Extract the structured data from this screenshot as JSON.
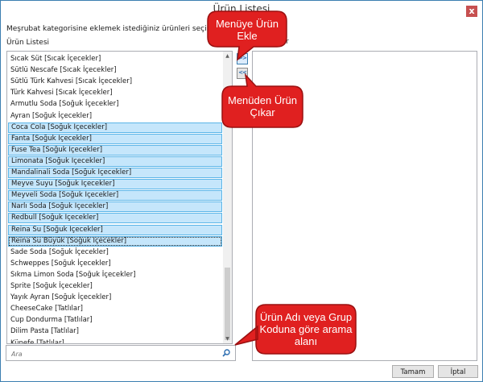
{
  "window": {
    "title": "Ürün Listesi",
    "close_glyph": "x"
  },
  "instruction": "Meşrubat kategorisine eklemek istediğiniz ürünleri seçiniz",
  "list_label": "Ürün Listesi",
  "right_label": "r",
  "product_list": [
    {
      "text": "Sıcak Süt [Sıcak İçecekler]",
      "selected": false
    },
    {
      "text": "Sütlü Nescafe [Sıcak İçecekler]",
      "selected": false
    },
    {
      "text": "Sütlü Türk Kahvesi [Sıcak İçecekler]",
      "selected": false
    },
    {
      "text": "Türk Kahvesi [Sıcak İçecekler]",
      "selected": false
    },
    {
      "text": "Armutlu Soda [Soğuk İçecekler]",
      "selected": false
    },
    {
      "text": "Ayran [Soğuk İçecekler]",
      "selected": false
    },
    {
      "text": "Coca Cola [Soğuk İçecekler]",
      "selected": true
    },
    {
      "text": "Fanta [Soğuk İçecekler]",
      "selected": true
    },
    {
      "text": "Fuse Tea [Soğuk İçecekler]",
      "selected": true
    },
    {
      "text": "Limonata [Soğuk İçecekler]",
      "selected": true
    },
    {
      "text": "Mandalinali Soda [Soğuk İçecekler]",
      "selected": true
    },
    {
      "text": "Meyve Suyu [Soğuk İçecekler]",
      "selected": true
    },
    {
      "text": "Meyveli Soda [Soğuk İçecekler]",
      "selected": true
    },
    {
      "text": "Narlı Soda [Soğuk İçecekler]",
      "selected": true
    },
    {
      "text": "Redbull [Soğuk İçecekler]",
      "selected": true
    },
    {
      "text": "Reina Su [Soğuk İçecekler]",
      "selected": true
    },
    {
      "text": "Reina Su Büyük [Soğuk İçecekler]",
      "selected": true,
      "focused": true
    },
    {
      "text": "Sade Soda [Soğuk İçecekler]",
      "selected": false
    },
    {
      "text": "Schweppes [Soğuk İçecekler]",
      "selected": false
    },
    {
      "text": "Sıkma Limon Soda [Soğuk İçecekler]",
      "selected": false
    },
    {
      "text": "Sprite [Soğuk İçecekler]",
      "selected": false
    },
    {
      "text": "Yayık Ayran [Soğuk İçecekler]",
      "selected": false
    },
    {
      "text": "CheeseCake [Tatlılar]",
      "selected": false
    },
    {
      "text": "Cup Dondurma [Tatlılar]",
      "selected": false
    },
    {
      "text": "Dilim Pasta [Tatlılar]",
      "selected": false
    },
    {
      "text": "Künefe [Tatlılar]",
      "selected": false
    }
  ],
  "icons": {
    "scroll_up": "▲",
    "scroll_down": "▼",
    "search": "search-icon"
  },
  "search": {
    "placeholder": "Ara",
    "value": ""
  },
  "buttons": {
    "add_label": ">>",
    "remove_label": "<<",
    "ok_label": "Tamam",
    "cancel_label": "İptal"
  },
  "callouts": {
    "add": "Menüye Ürün Ekle",
    "remove": "Menüden Ürün Çıkar",
    "search": "Ürün Adı veya Grup Koduna göre arama alanı"
  },
  "colors": {
    "callout_fill": "#e02020",
    "callout_stroke": "#9a1010",
    "selection_fill": "#c5e6fb",
    "selection_border": "#5bb5e8",
    "window_border": "#3c7fb1"
  }
}
